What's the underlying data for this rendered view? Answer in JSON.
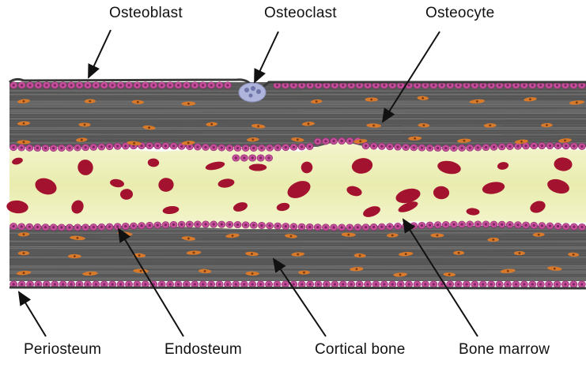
{
  "labels": {
    "osteoblast": "Osteoblast",
    "osteoclast": "Osteoclast",
    "osteocyte": "Osteocyte",
    "periosteum": "Periosteum",
    "endosteum": "Endosteum",
    "cortical_bone": "Cortical bone",
    "bone_marrow": "Bone marrow"
  },
  "colors": {
    "bone_gray": "#5f5f5f",
    "bone_streak_dark": "#3c3c3c",
    "bone_streak_light": "#8a8a8a",
    "lining_cell": "#c54f9a",
    "lining_cell_nucleus": "#7d2761",
    "osteocyte": "#d9792a",
    "marrow_bg": "#eef0bf",
    "marrow_cell": "#a3122e",
    "membrane": "#3a3a3a",
    "osteoclast": "#aeb4dc"
  }
}
